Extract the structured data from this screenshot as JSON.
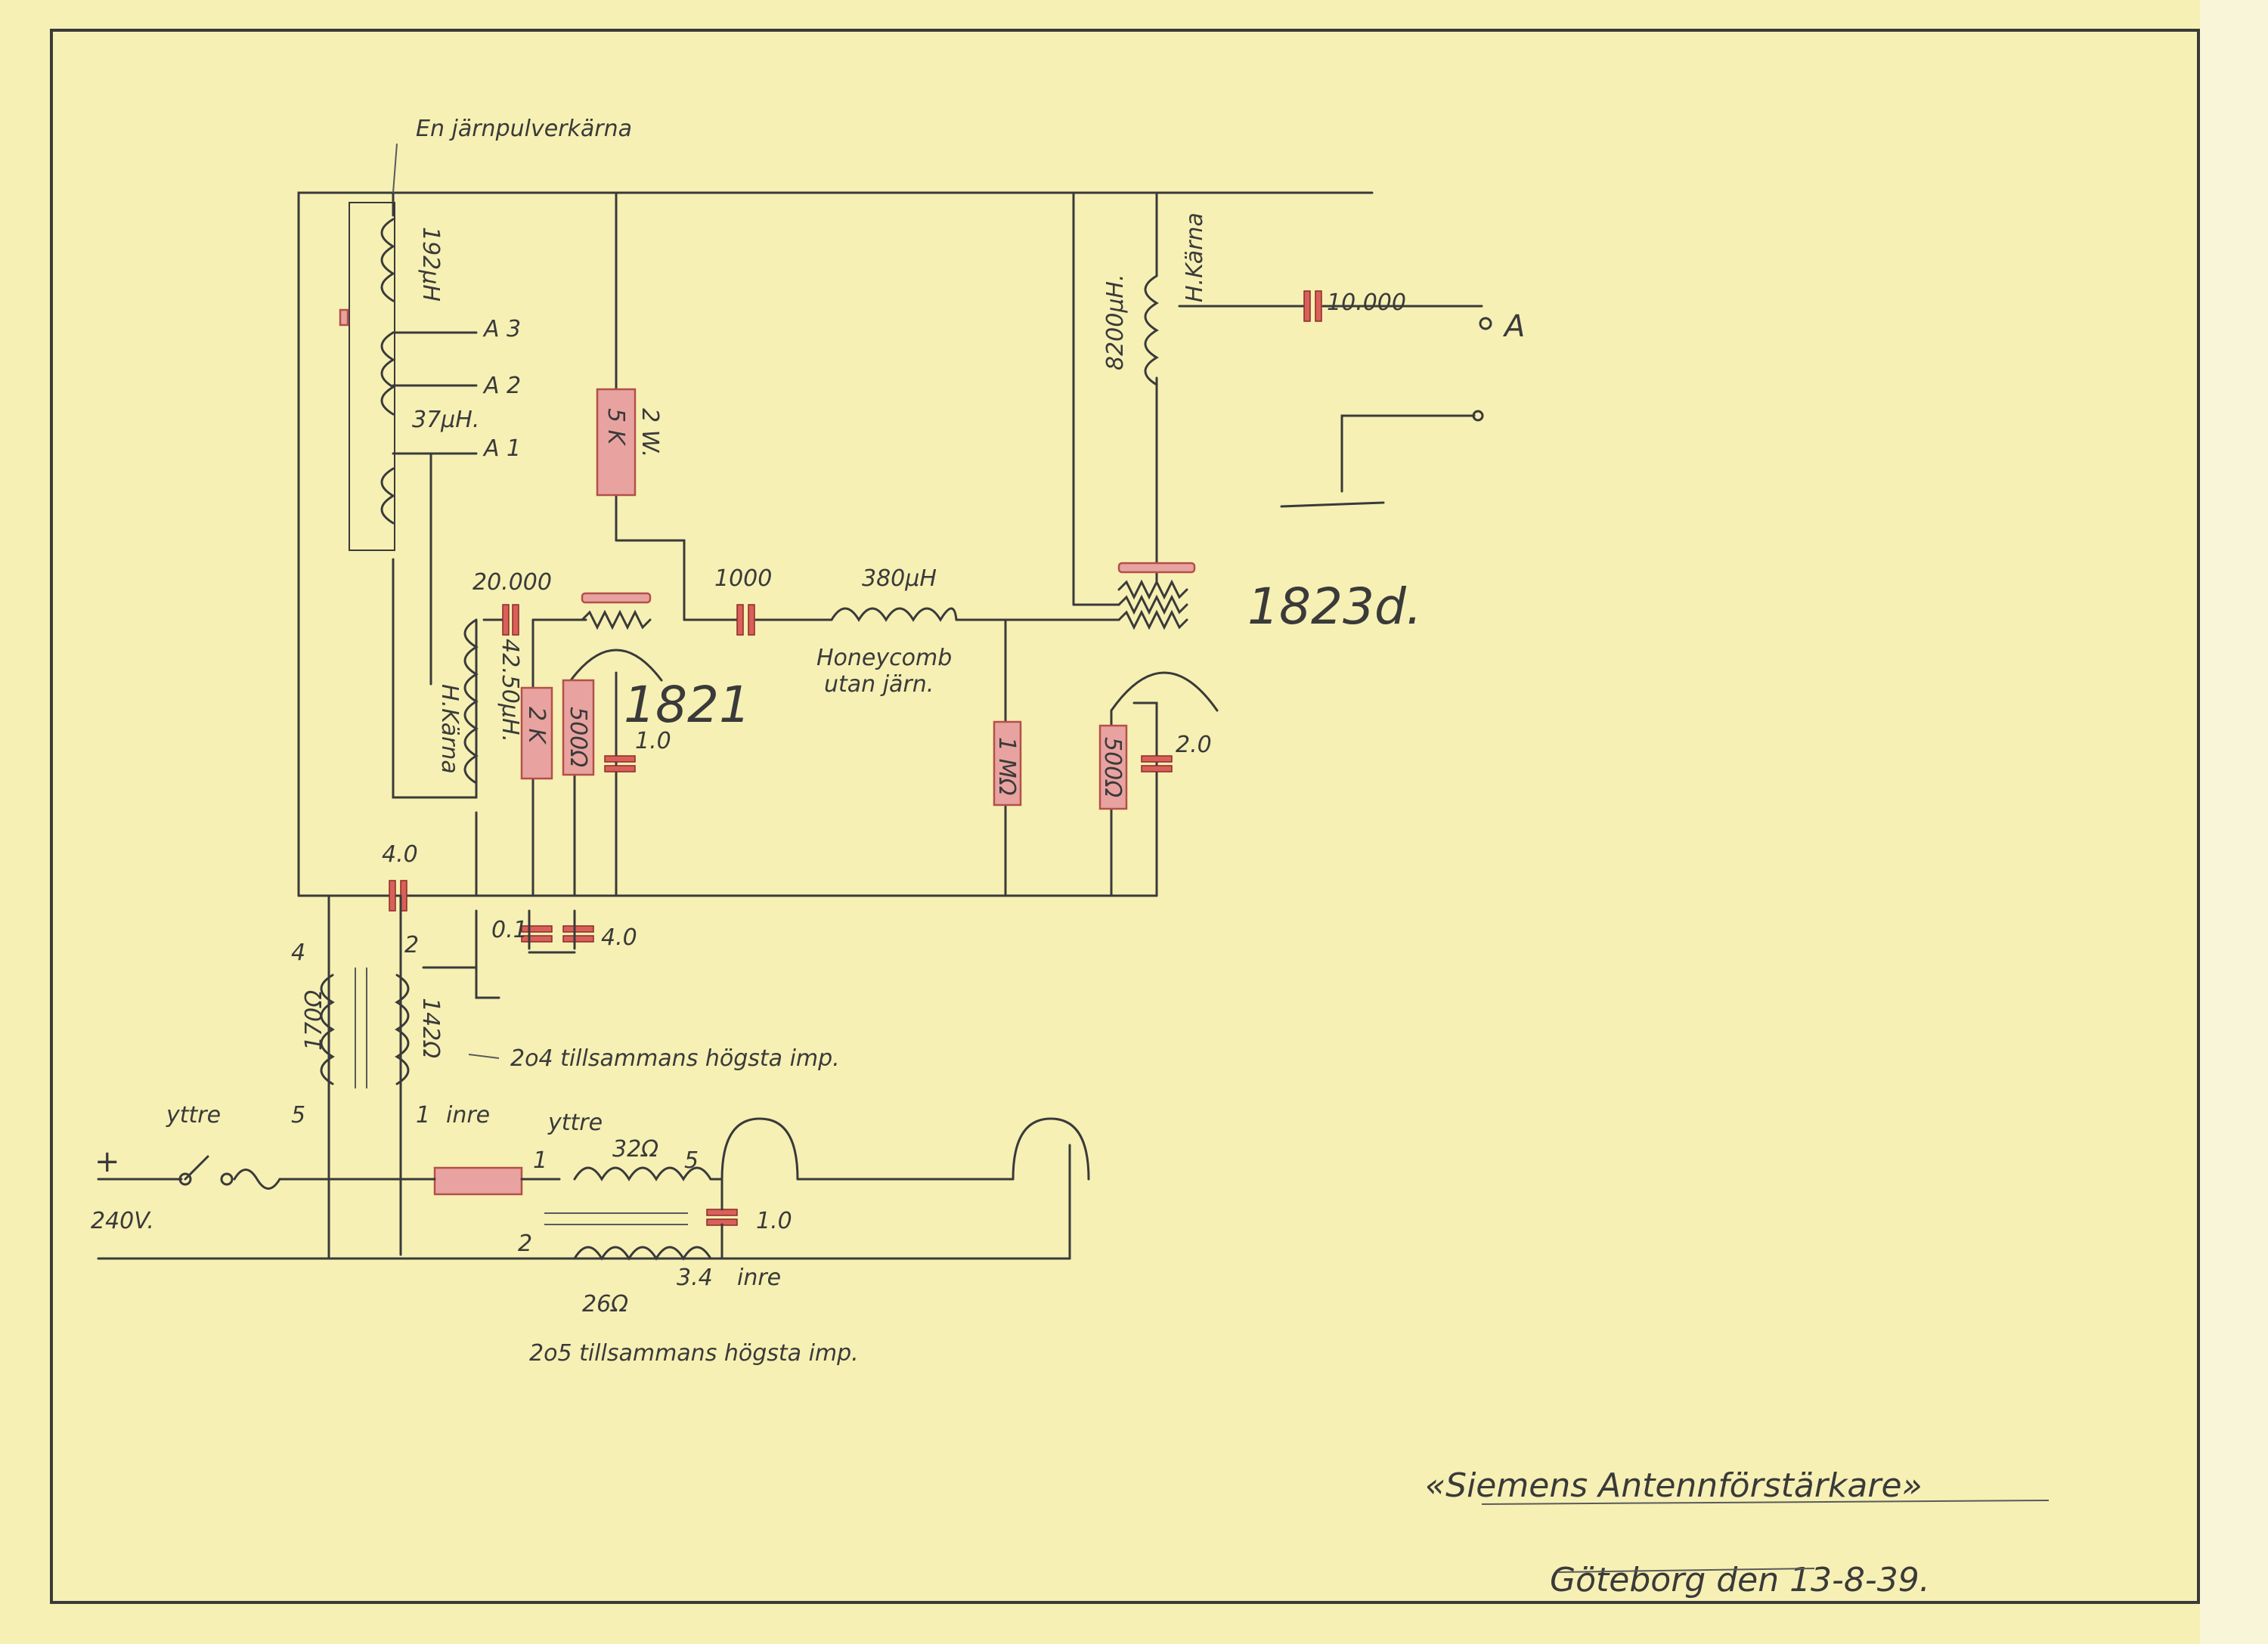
{
  "labels": {
    "core_note": "En järnpulverkärna",
    "ind_192": "192μH",
    "ind_37": "37μH.",
    "tap_a3": "A 3",
    "tap_a2": "A 2",
    "tap_a1": "A 1",
    "res_5k": "5 K",
    "res_2w": "2 W.",
    "cap_20000": "20.000",
    "ind_4250": "42.50μH.",
    "h_karna_1": "H.Kärna",
    "res_2k": "2 K",
    "res_500a": "500Ω",
    "cap_1_0a": "1.0",
    "tube_1821": "1821",
    "cap_1000": "1000",
    "ind_380": "380μH",
    "honeycomb_1": "Honeycomb",
    "honeycomb_2": "utan järn.",
    "res_1m": "1 MΩ",
    "ind_8200": "8200μH.",
    "h_karna_2": "H.Kärna",
    "cap_10000": "10.000",
    "out_a": "A",
    "tube_1823": "1823d.",
    "res_500b": "500Ω",
    "cap_2_0": "2.0",
    "cap_4_0a": "4.0",
    "cap_0_1": "0.1",
    "cap_4_0b": "4.0",
    "tr_4": "4",
    "tr_2": "2",
    "tr_170": "170Ω",
    "tr_142": "142Ω",
    "note_24": "2o4 tillsammans högsta imp.",
    "yttre_1": "yttre",
    "tr_5": "5",
    "tr_1": "1",
    "inre_1": "inre",
    "plus": "+",
    "v240": "240V.",
    "yttre_2": "yttre",
    "pt_32": "32Ω",
    "pt_1": "1",
    "pt_5": "5",
    "cap_1_0b": "1.0",
    "pt_2": "2",
    "pt_34": "3.4",
    "inre_2": "inre",
    "pt_26": "26Ω",
    "note_25": "2o5 tillsammans högsta imp.",
    "title": "«Siemens Antennförstärkare»",
    "footer": "Göteborg den 13-8-39."
  },
  "colors": {
    "paper": "#f6f0b4",
    "ink": "#3a3a3a",
    "component_red": "#e8a3a0"
  }
}
